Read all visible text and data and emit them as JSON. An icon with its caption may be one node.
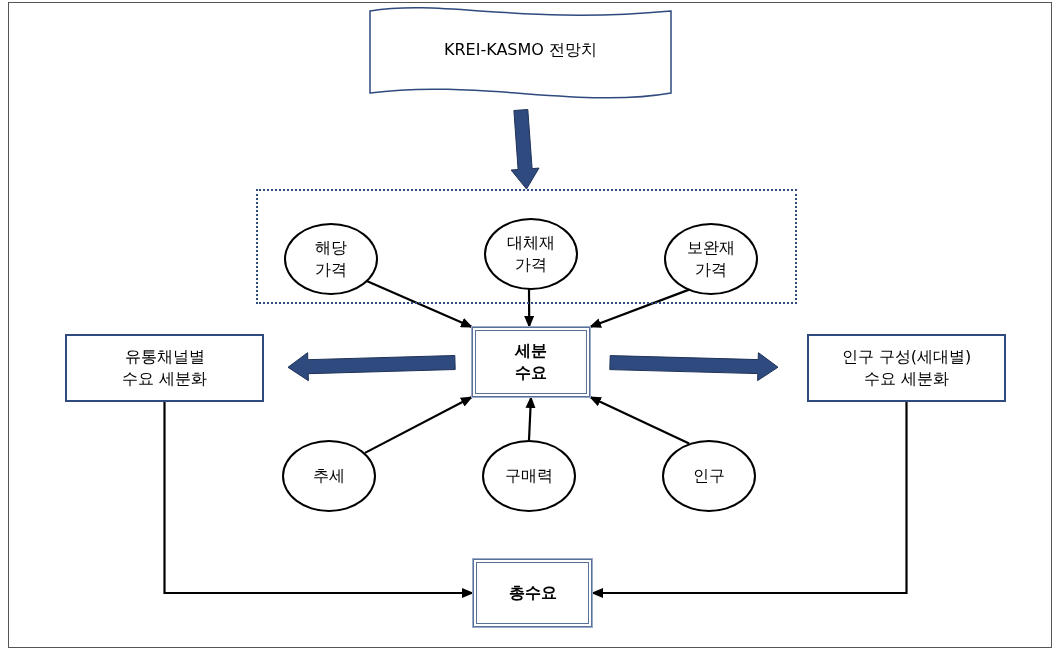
{
  "diagram": {
    "nodes": [
      {
        "text": [
          "KREI-KASMO 전망치"
        ]
      },
      {
        "text": [],
        "shape": "box"
      },
      {
        "text": [
          "해당 가격"
        ],
        "in": 1
      },
      {
        "text": [
          "대체재 가격"
        ],
        "in": 1
      },
      {
        "text": [
          "보완재 가격"
        ],
        "in": 1
      },
      {
        "text": [
          "세분 수요"
        ]
      },
      {
        "text": [
          "유통채널별 수요 세분화"
        ]
      },
      {
        "text": [
          "인구 구성(세대별) 수요 세분화"
        ]
      },
      {
        "text": [
          "추세"
        ]
      },
      {
        "text": [
          "구매력"
        ]
      },
      {
        "text": [
          "인구"
        ]
      },
      {
        "text": [
          "총수요"
        ]
      }
    ],
    "edges": [
      {
        "from": 0,
        "to": 1,
        "arrow": "to",
        "style": "thick",
        "color": "#2f4a7e"
      },
      {
        "from": 2,
        "to": 5,
        "arrow": "to"
      },
      {
        "from": 3,
        "to": 5,
        "arrow": "to"
      },
      {
        "from": 4,
        "to": 5,
        "arrow": "to"
      },
      {
        "from": 5,
        "to": 6,
        "arrow": "to",
        "style": "thick",
        "color": "#2f4a7e"
      },
      {
        "from": 5,
        "to": 7,
        "arrow": "to",
        "style": "thick",
        "color": "#2f4a7e"
      },
      {
        "from": 8,
        "to": 5,
        "arrow": "to"
      },
      {
        "from": 9,
        "to": 5,
        "arrow": "to"
      },
      {
        "from": 10,
        "to": 5,
        "arrow": "to"
      },
      {
        "from": 6,
        "to": 11,
        "arrow": "to"
      },
      {
        "from": 7,
        "to": 11,
        "arrow": "to"
      }
    ]
  }
}
